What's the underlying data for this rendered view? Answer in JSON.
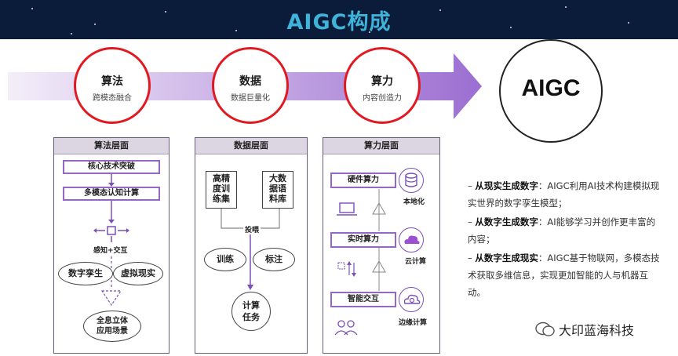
{
  "header": {
    "title": "AIGC构成"
  },
  "flow": {
    "circles": [
      {
        "title": "算法",
        "subtitle": "跨模态融合"
      },
      {
        "title": "数据",
        "subtitle": "数据巨量化"
      },
      {
        "title": "算力",
        "subtitle": "内容创造力"
      }
    ],
    "target": "AIGC"
  },
  "algorithm_panel": {
    "title": "算法层面",
    "box1": "核心技术突破",
    "box2": "多模态认知计算",
    "perception": "感知+交互",
    "oval1": "数字孪生",
    "oval2": "虚拟现实",
    "scene_line1": "全息立体",
    "scene_line2": "应用场景"
  },
  "data_panel": {
    "title": "数据层面",
    "box1": [
      "高精",
      "度训",
      "练集"
    ],
    "box2": [
      "大数",
      "据语",
      "料库"
    ],
    "feed": "投喂",
    "oval1": "训练",
    "oval2": "标注",
    "task": [
      "计算",
      "任务"
    ]
  },
  "compute_panel": {
    "title": "算力层面",
    "rows": [
      {
        "label": "硬件算力",
        "caption": "本地化",
        "icon": "database-icon"
      },
      {
        "label": "实时算力",
        "caption": "云计算",
        "icon": "cloud-icon"
      },
      {
        "label": "智能交互",
        "caption": "边缘计算",
        "icon": "cloud-gear-icon"
      }
    ]
  },
  "bullets": [
    {
      "head": "从现实生成数字",
      "body": "：AIGC利用AI技术构建模拟现实世界的数字孪生模型；"
    },
    {
      "head": "从数字生成数字",
      "body": "：AI能够学习并创作更丰富的内容；"
    },
    {
      "head": "从数字生成现实",
      "body": "：AIGC基于物联网，多模态技术获取多维信息，实现更加智能的人与机器互动。"
    }
  ],
  "watermark": "大印蓝海科技",
  "colors": {
    "accent": "#9467c7",
    "circle_border": "#e11a22",
    "title": "#3fb3d9",
    "header_bg": "#0b1b3a"
  }
}
